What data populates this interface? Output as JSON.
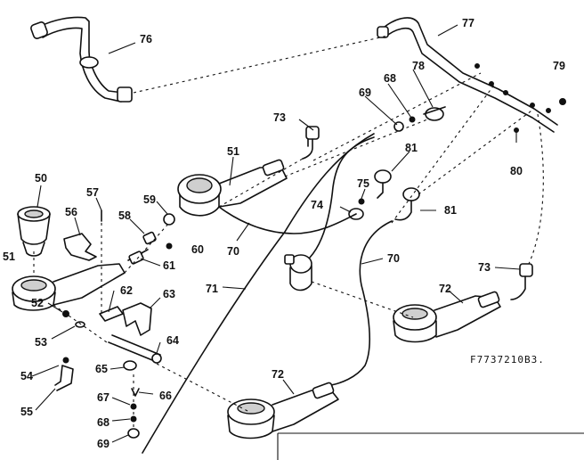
{
  "diagram": {
    "drawing_code": "F7737210B3.",
    "callouts": [
      {
        "id": "76",
        "text": "76"
      },
      {
        "id": "77",
        "text": "77"
      },
      {
        "id": "79",
        "text": "79"
      },
      {
        "id": "73a",
        "text": "73"
      },
      {
        "id": "69a",
        "text": "69"
      },
      {
        "id": "68a",
        "text": "68"
      },
      {
        "id": "78",
        "text": "78"
      },
      {
        "id": "51a",
        "text": "51"
      },
      {
        "id": "81a",
        "text": "81"
      },
      {
        "id": "80",
        "text": "80"
      },
      {
        "id": "50",
        "text": "50"
      },
      {
        "id": "57",
        "text": "57"
      },
      {
        "id": "59",
        "text": "59"
      },
      {
        "id": "56",
        "text": "56"
      },
      {
        "id": "58",
        "text": "58"
      },
      {
        "id": "60",
        "text": "60"
      },
      {
        "id": "75",
        "text": "75"
      },
      {
        "id": "74",
        "text": "74"
      },
      {
        "id": "81b",
        "text": "81"
      },
      {
        "id": "70a",
        "text": "70"
      },
      {
        "id": "51b",
        "text": "51"
      },
      {
        "id": "61",
        "text": "61"
      },
      {
        "id": "70b",
        "text": "70"
      },
      {
        "id": "73b",
        "text": "73"
      },
      {
        "id": "62",
        "text": "62"
      },
      {
        "id": "63",
        "text": "63"
      },
      {
        "id": "71",
        "text": "71"
      },
      {
        "id": "72a",
        "text": "72"
      },
      {
        "id": "52",
        "text": "52"
      },
      {
        "id": "53",
        "text": "53"
      },
      {
        "id": "64",
        "text": "64"
      },
      {
        "id": "54",
        "text": "54"
      },
      {
        "id": "65",
        "text": "65"
      },
      {
        "id": "55",
        "text": "55"
      },
      {
        "id": "72b",
        "text": "72"
      },
      {
        "id": "67",
        "text": "67"
      },
      {
        "id": "66",
        "text": "66"
      },
      {
        "id": "68b",
        "text": "68"
      },
      {
        "id": "69b",
        "text": "69"
      }
    ]
  }
}
